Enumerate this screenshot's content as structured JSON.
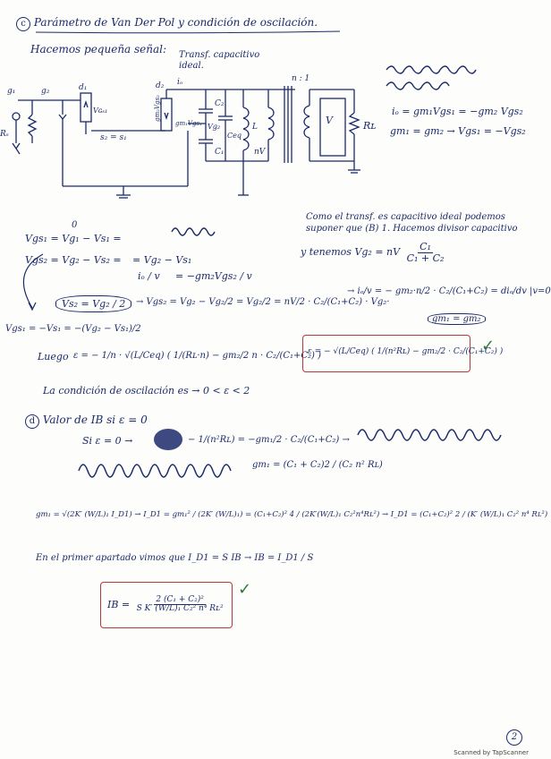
{
  "section_c": {
    "marker": "c",
    "title": "Parámetro de Van Der Pol y condición de oscilación.",
    "intro": "Hacemos pequeña señal:",
    "annot_transf": "Transf. capacitivo ideal.",
    "node_labels": {
      "g1": "g₁",
      "rs": "Rₛ",
      "g2": "g₂",
      "d1": "d₁",
      "d2": "d₂",
      "s2s1": "s₂ = s₁",
      "io": "iₒ",
      "vgs1": "Vɢₛ₁",
      "gm2vgs2": "gm₂Vgs₂",
      "gm1vgs1": "gm₁Vgs₁",
      "vg2": "Vg₂",
      "c2": "C₂",
      "c1": "C₁",
      "ceq": "Ceq",
      "L": "L",
      "nV": "nV",
      "n1": "n : 1",
      "V": "V",
      "RL": "Rʟ"
    },
    "right_eqs": {
      "io": "iₒ = gm₁Vgs₁ = −gm₂ Vgs₂",
      "gm": "gm₁ = gm₂ → Vgs₁ = −Vgs₂"
    },
    "note_transf": "Como el transf. es capacitivo ideal podemos suponer que (B) 1. Hacemos divisor capacitivo",
    "note_vg2_prefix": "y tenemos",
    "vg2_eq_lhs": "Vg₂ = nV",
    "frac_c1": {
      "num": "C₁",
      "den": "C₁ + C₂"
    },
    "vgs1_line": "Vgs₁ = Vg₁ − Vs₁ =",
    "vgs1_zero": "0",
    "vgs2_line": "Vgs₂ = Vg₂ − Vs₂ =",
    "vgs2_rhs": "= Vg₂ − Vs₁",
    "io_over_v": "iₒ / v",
    "io_over_v_rhs": "= −gm₂Vgs₂ / v",
    "vs2_box": "Vs₂ = Vg₂ / 2",
    "vgs2_chain": "→ Vgs₂ = Vg₂ − Vg₂/2 = Vg₂/2 = nV/2 · C₂/(C₁+C₂) · Vg₂·",
    "deriv_chain": "→ iₒ/v = − gm₂·n/2 · C₂/(C₁+C₂) = diₒ/dv |v=0",
    "vgs1_neg": "Vgs₁ = −Vs₁ = −(Vg₂ − Vs₁)/2",
    "gm_eq_note": "gm₁ = gm₂",
    "luego_label": "Luego",
    "eps_expr": "ε = − 1/n · √(L/Ceq) ( 1/(Rʟ·n) − gm₂/2 n · C₂/(C₁+C₂) )",
    "eps_boxed": "ε = − √(L/Ceq) ( 1/(n²Rʟ) − gm₂/2 · C₂/(C₁+C₂) )",
    "condition": "La condición de oscilación es → 0 < ε < 2"
  },
  "section_d": {
    "marker": "d",
    "title": "Valor de IB si ε = 0",
    "si_eps": "Si ε = 0 →",
    "eq1": "− 1/(n²Rʟ) = −gm₁/2 · C₂/(C₁+C₂) →",
    "gm1_result": "gm₁ = (C₁ + C₂)2 / (C₂ n² Rʟ)",
    "gm1_sqrt": "gm₁ = √(2K′ (W/L)₁ I_D1) → I_D1 = gm₁² / (2K′ (W/L)₁) = (C₁+C₂)² 4 / (2K′(W/L)₁ C₂²n⁴Rʟ²) → I_D1 = (C₁+C₂)² 2 / (K′ (W/L)₁ C₂² n⁴ Rʟ²)",
    "first_part": "En el primer apartado vimos que I_D1 = S IB → IB = I_D1 / S",
    "ib_num": "2 (C₁ + C₂)²",
    "ib_den": "S K′ (W/L)₁ C₂² n⁴ Rʟ²",
    "ib_lhs": "IB ="
  },
  "footer": {
    "scanned": "Scanned by TapScanner",
    "page_number": "2"
  },
  "colors": {
    "ink": "#1b2a6b",
    "box": "#b43a3a",
    "check": "#2c7a3a"
  }
}
